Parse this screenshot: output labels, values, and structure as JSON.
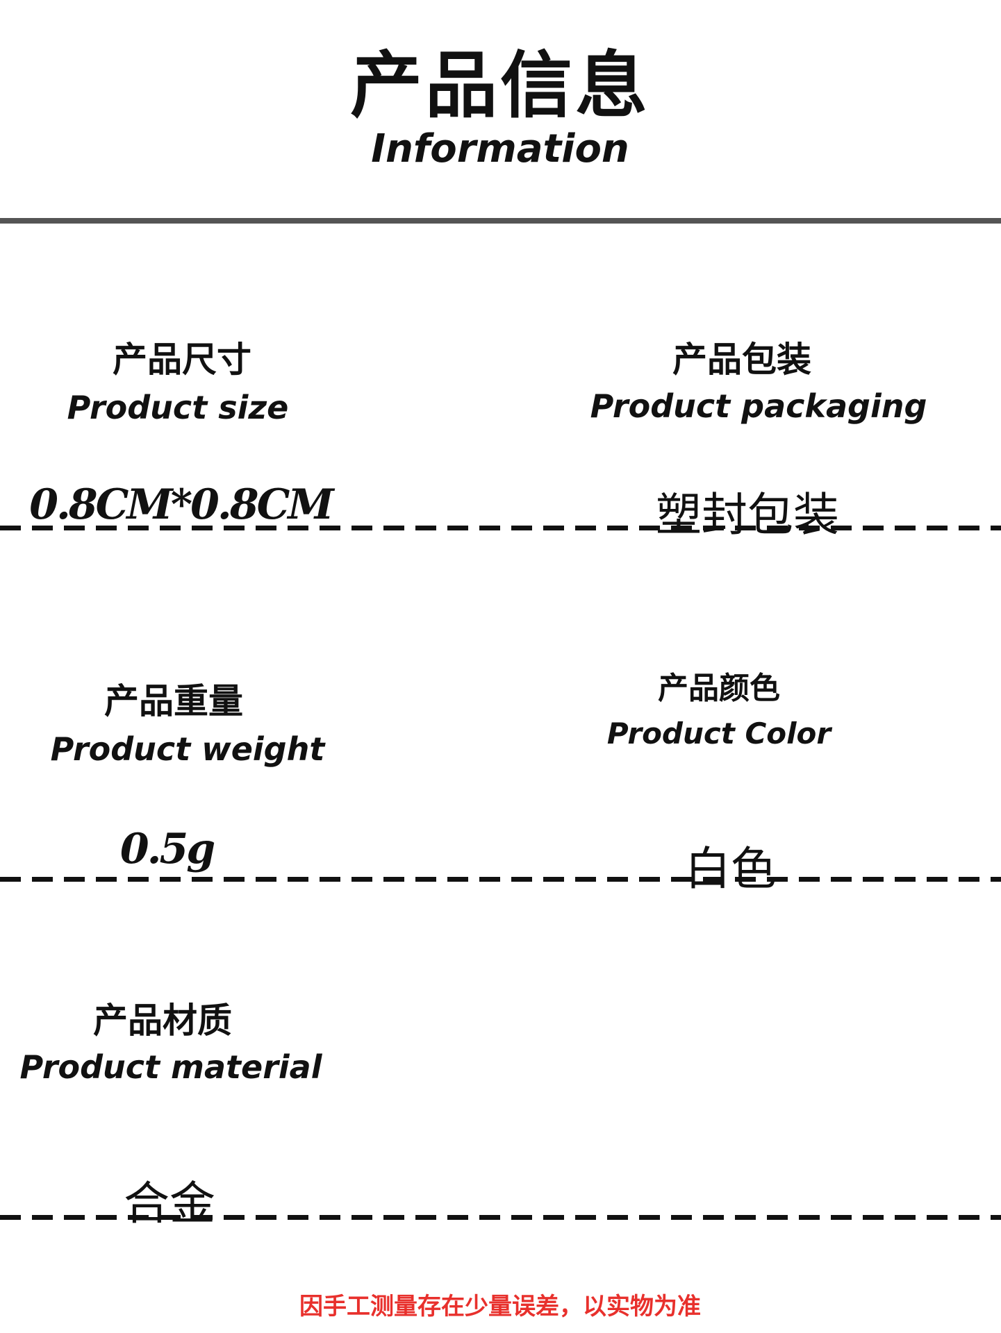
{
  "header": {
    "title_cn": "产品信息",
    "title_en": "Information"
  },
  "items": [
    {
      "label_cn": "产品尺寸",
      "label_en": "Product size",
      "value": "0.8CM*0.8CM"
    },
    {
      "label_cn": "产品包装",
      "label_en": "Product packaging",
      "value": "塑封包装"
    },
    {
      "label_cn": "产品重量",
      "label_en": "Product weight",
      "value": "0.5g"
    },
    {
      "label_cn": "产品颜色",
      "label_en": "Product Color",
      "value": "白色"
    },
    {
      "label_cn": "产品材质",
      "label_en": "Product material",
      "value": "合金"
    }
  ],
  "footer": {
    "note": "因手工测量存在少量误差，以实物为准",
    "note_color": "#e8302c"
  }
}
